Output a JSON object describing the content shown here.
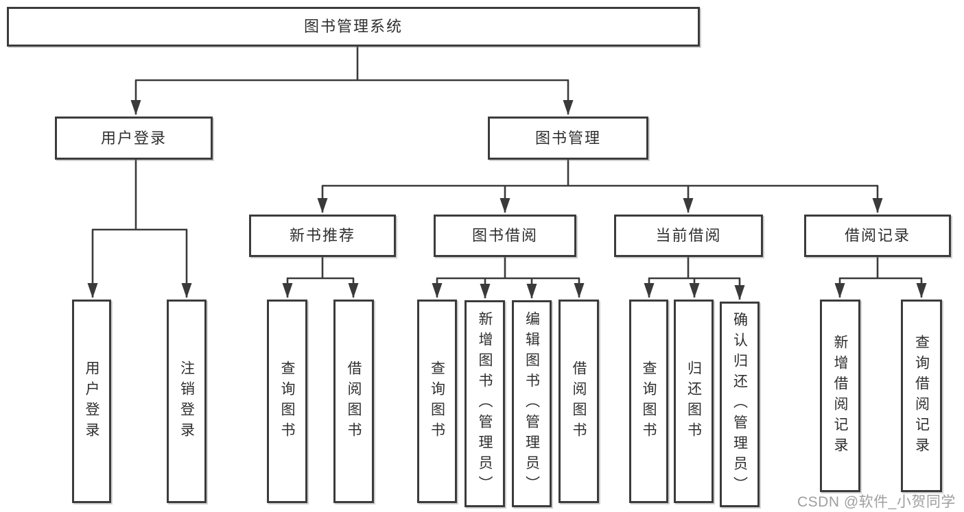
{
  "root": {
    "label": "图书管理系统"
  },
  "branches": [
    {
      "label": "用户登录",
      "children": [
        {
          "label": "用户登录"
        },
        {
          "label": "注销登录"
        }
      ]
    },
    {
      "label": "图书管理",
      "groups": [
        {
          "label": "新书推荐",
          "children": [
            {
              "label": "查询图书"
            },
            {
              "label": "借阅图书"
            }
          ]
        },
        {
          "label": "图书借阅",
          "children": [
            {
              "label": "查询图书"
            },
            {
              "label": "新增图书（管理员）"
            },
            {
              "label": "编辑图书（管理员）"
            },
            {
              "label": "借阅图书"
            }
          ]
        },
        {
          "label": "当前借阅",
          "children": [
            {
              "label": "查询图书"
            },
            {
              "label": "归还图书"
            },
            {
              "label": "确认归还（管理员）"
            }
          ]
        },
        {
          "label": "借阅记录",
          "children": [
            {
              "label": "新增借阅记录"
            },
            {
              "label": "查询借阅记录"
            }
          ]
        }
      ]
    }
  ],
  "watermark": {
    "text": "CSDN @软件_小贺同学"
  },
  "colors": {
    "line": "#3a3a3a",
    "box_border": "#3b3b3b",
    "text": "#2f2f2f",
    "watermark": "#919191"
  }
}
